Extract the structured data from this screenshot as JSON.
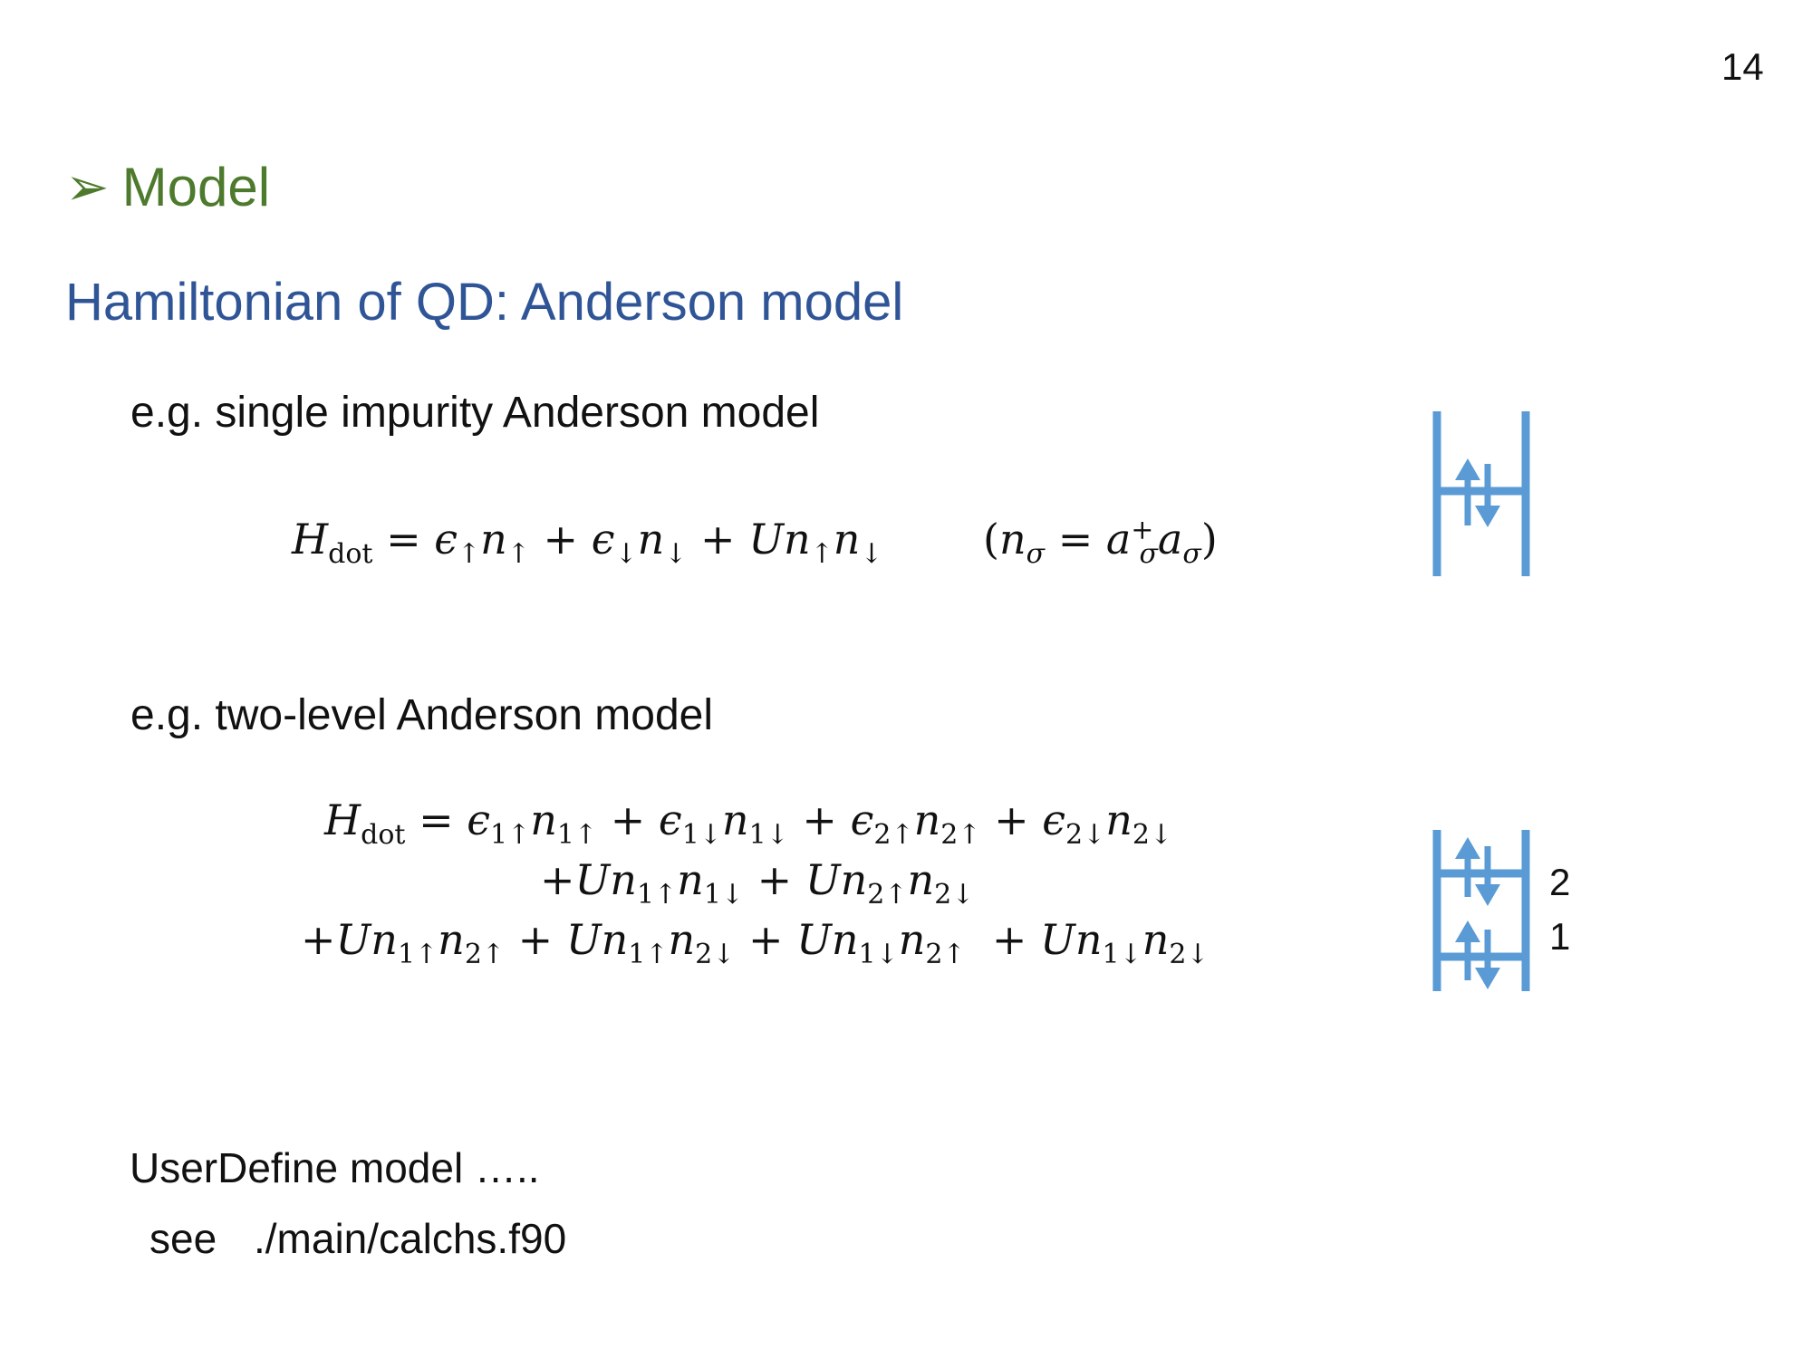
{
  "page_number": "14",
  "section": {
    "bullet": "➢",
    "title": "Model"
  },
  "subtitle": "Hamiltonian of QD: Anderson model",
  "single": {
    "label": "e.g. single impurity Anderson model"
  },
  "two_level": {
    "label": "e.g. two-level Anderson model",
    "level_labels": [
      "2",
      "1"
    ]
  },
  "user_define": {
    "text": "UserDefine model …..",
    "see_label": "see",
    "path": "./main/calchs.f90"
  },
  "colors": {
    "heading_green": "#4d7a2c",
    "subtitle_blue": "#2f5597",
    "diagram_blue": "#5b9bd5"
  }
}
